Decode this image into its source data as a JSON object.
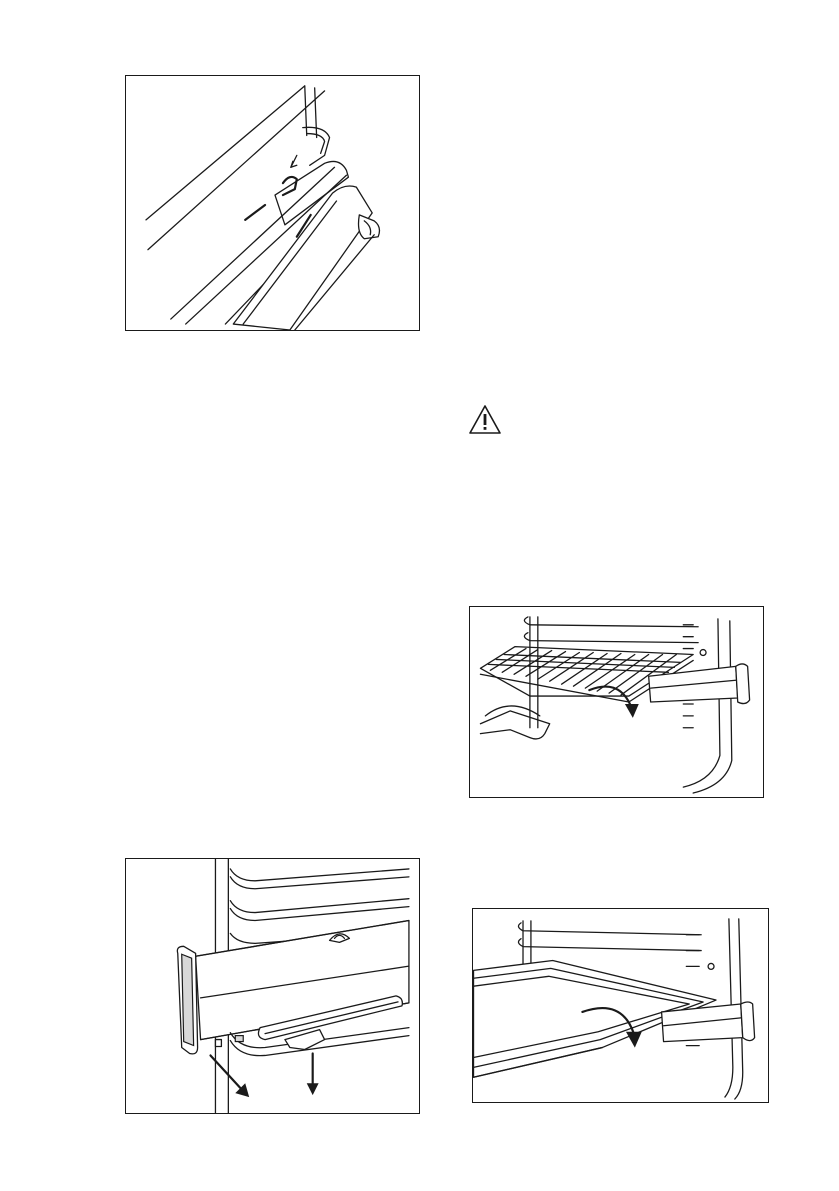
{
  "figures": [
    {
      "id": "fig-door-hinge",
      "subject": "door-hinge-detail"
    },
    {
      "id": "fig-telescopic-runner",
      "subject": "telescopic-runner-removal"
    },
    {
      "id": "fig-wire-shelf",
      "subject": "wire-shelf-on-runner"
    },
    {
      "id": "fig-deep-pan",
      "subject": "deep-pan-on-runner"
    }
  ],
  "icons": {
    "warning": "warning-triangle-icon"
  },
  "colors": {
    "line": "#1a1a1a",
    "paper": "#ffffff"
  }
}
